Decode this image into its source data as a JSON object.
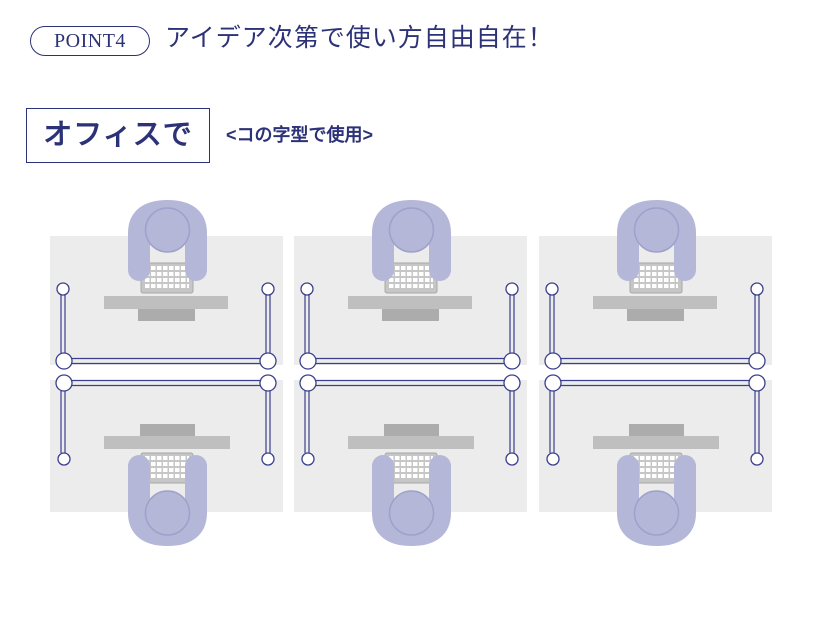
{
  "header": {
    "point_label": "POINT4",
    "headline": "アイデア次第で使い方自由自在！"
  },
  "section": {
    "title": "オフィスで",
    "subtitle": "<コの字型で使用>"
  },
  "colors": {
    "navy": "#2c3277",
    "desk": "#ececec",
    "person": "#b5b7d9",
    "person_outline": "#9ea1c9",
    "equipment": "#bfbfbf",
    "equipment_dark": "#acacac",
    "partition": "#3b408c"
  }
}
